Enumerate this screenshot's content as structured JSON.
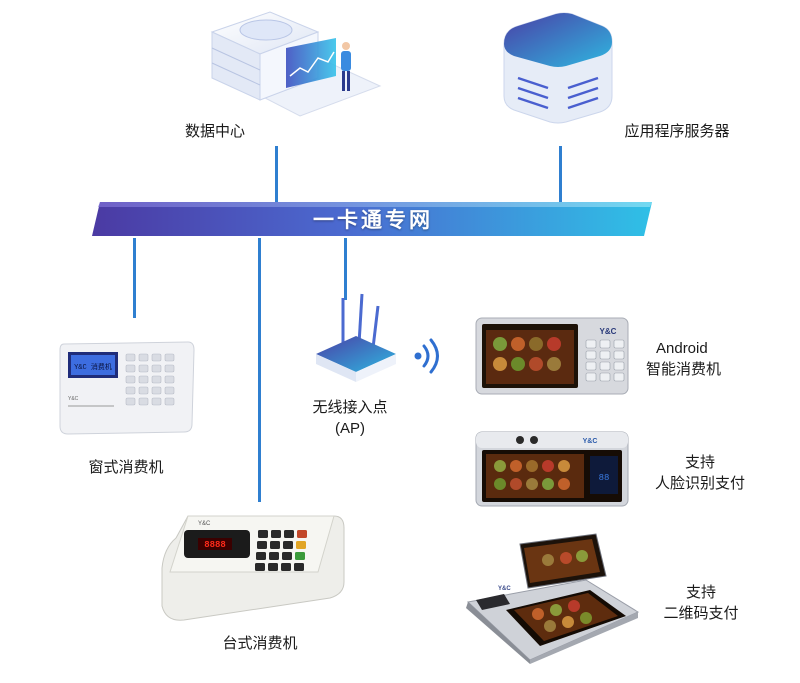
{
  "nodes": {
    "data_center": "数据中心",
    "app_server": "应用程序服务器",
    "bus": "一卡通专网",
    "ap_line1": "无线接入点",
    "ap_line2": "(AP)",
    "android_line1": "Android",
    "android_line2": "智能消费机",
    "face_line1": "支持",
    "face_line2": "人脸识别支付",
    "qr_line1": "支持",
    "qr_line2": "二维码支付",
    "window_terminal": "窗式消费机",
    "desk_terminal": "台式消费机"
  },
  "device_text": {
    "brand": "Y&C",
    "window_lcd": "Y&C 消费机"
  },
  "colors": {
    "bus_start": "#4a3fa6",
    "bus_end": "#2fb7e0",
    "connector": "#2f7fd0",
    "server_top": "#3b5bc8",
    "server_side": "#e8eef8"
  }
}
